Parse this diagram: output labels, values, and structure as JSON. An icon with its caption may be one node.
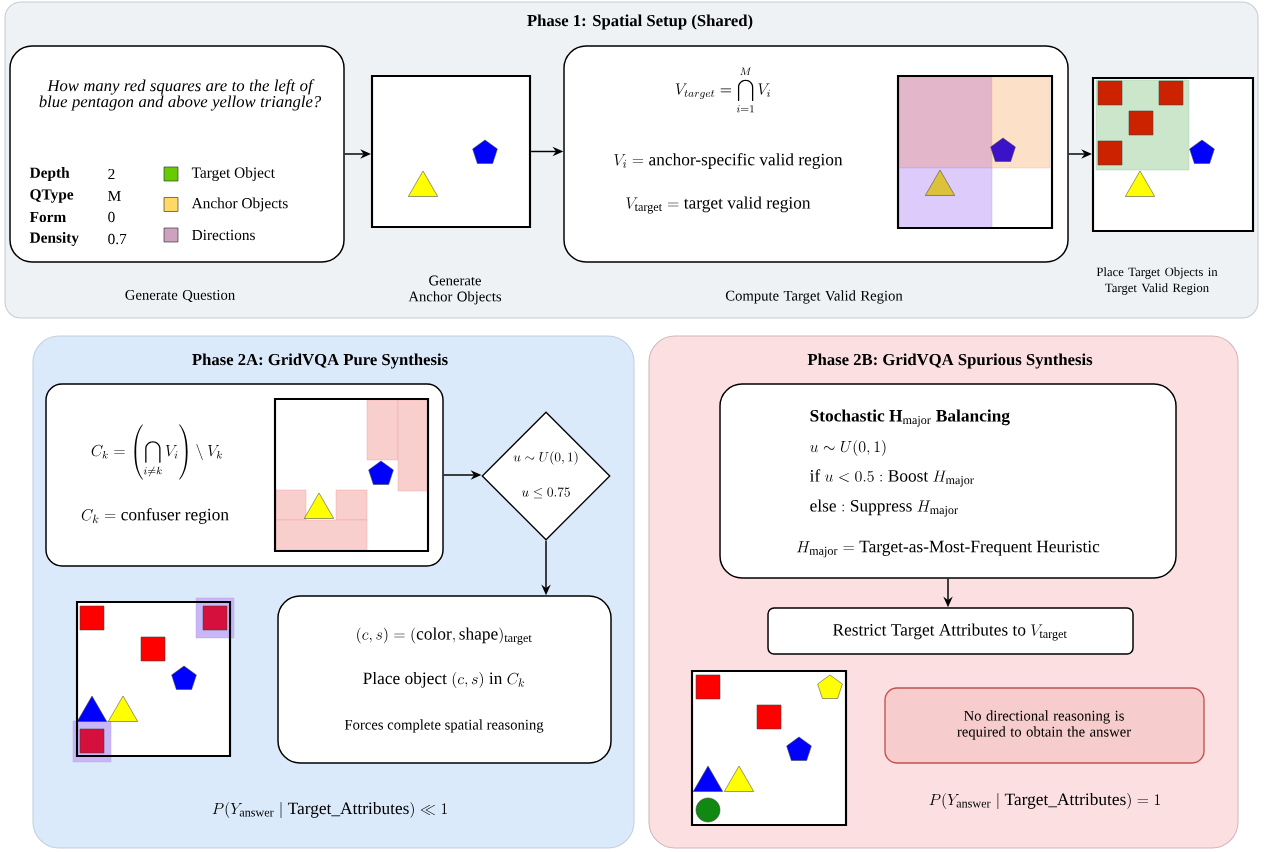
{
  "diagram": {
    "nodes": [
      {
        "text": [
          "Phase 1: Spatial Setup (Shared)"
        ]
      },
      {
        "text": [
          "How many red squares are to the left of blue pentagon and above yellow triangle?"
        ],
        "in": 0,
        "beside": [
          "Generate Question"
        ]
      },
      {
        "text": [],
        "shape": "box",
        "in": 0,
        "beside": [
          "Generate Anchor Objects"
        ]
      },
      {
        "text": [
          "V_{target} = \\bigcap_{i=1}^{M} V_i",
          "V_i = \\text{anchor-specific valid region}",
          "V_{\\text{target}} = \\text{target valid region}"
        ],
        "in": 0,
        "beside": [
          "Compute Target Valid Region"
        ]
      },
      {
        "text": [],
        "shape": "box",
        "in": 0,
        "beside": [
          "Place Target Objects in Target Valid Region"
        ]
      },
      {
        "text": [
          "Phase 2A: GridVQA Pure Synthesis"
        ]
      },
      {
        "text": [
          "C_k = \\left( \\bigcap_{i \\neq k} V_i \\right) \\setminus V_k",
          "C_k = \\text{confuser region}"
        ],
        "in": 5
      },
      {
        "text": [
          "u \\sim U(0,1)",
          "u \\leq 0.75"
        ],
        "in": 5
      },
      {
        "text": [
          "(c, s) = (\\text{color}, \\text{shape})_{\\text{target}}",
          "\\text{Place object } (c, s) \\text{ in } C_k",
          "Forces complete spatial reasoning"
        ],
        "in": 5
      },
      {
        "text": [
          "Phase 2B: GridVQA Spurious Synthesis"
        ]
      },
      {
        "text": [
          "\\textbf{Stochastic } \\mathbf{H}_{\\text{major}} \\textbf{ Balancing}",
          "u \\sim U(0,1)",
          "\\text{if } u < 0.5 : \\text{Boost } H_{\\text{major}}",
          "\\text{else} : \\text{Suppress } H_{\\text{major}}",
          "H_{\\text{major}} = \\text{Target-as-Most-Frequent Heuristic}"
        ],
        "in": 9
      },
      {
        "text": [
          "\\text{Restrict Target Attributes to } V_{\\text{target}}"
        ],
        "in": 9
      },
      {
        "text": [
          "No directional reasoning is required to obtain the answer"
        ],
        "in": 9
      }
    ],
    "edges": [
      {
        "from": 1,
        "to": 2,
        "arrow": "to"
      },
      {
        "from": 2,
        "to": 3,
        "arrow": "to"
      },
      {
        "from": 3,
        "to": 4,
        "arrow": "to"
      },
      {
        "from": 6,
        "to": 7,
        "arrow": "to"
      },
      {
        "from": 7,
        "to": 8,
        "arrow": "to"
      },
      {
        "from": 10,
        "to": 11,
        "arrow": "to"
      }
    ],
    "labels": [
      "Depth",
      "2",
      "QType",
      "M",
      "Form",
      "0",
      "Density",
      "0.7",
      "P(Y_{\\text{answer}} \\mid \\text{Target\\_Attributes}) \\ll 1",
      "P(Y_{\\text{answer}} \\mid \\text{Target\\_Attributes}) = 1"
    ],
    "legend": [
      {
        "text": "Target Object",
        "color": "#66cc00"
      },
      {
        "text": "Anchor Objects",
        "color": "#ffd966"
      },
      {
        "text": "Directions",
        "color": "#cda2be"
      }
    ]
  }
}
